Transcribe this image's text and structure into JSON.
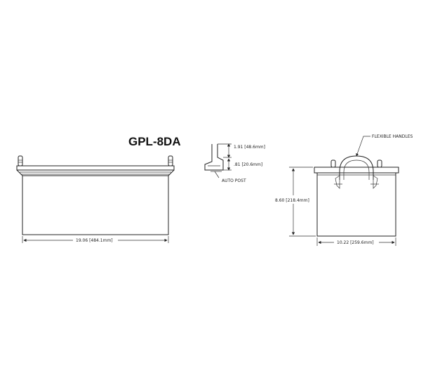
{
  "title": "GPL-8DA",
  "front_view": {
    "length_label": "19.06 [484.1mm]"
  },
  "post_detail": {
    "height_label": "1.91 [48.6mm]",
    "width_label": ".81 [20.6mm]",
    "post_label": "AUTO POST"
  },
  "side_view": {
    "handles_label": "FLEXIBLE HANDLES",
    "height_label": "8.60 [218.4mm]",
    "width_label": "10.22 [259.6mm]"
  }
}
